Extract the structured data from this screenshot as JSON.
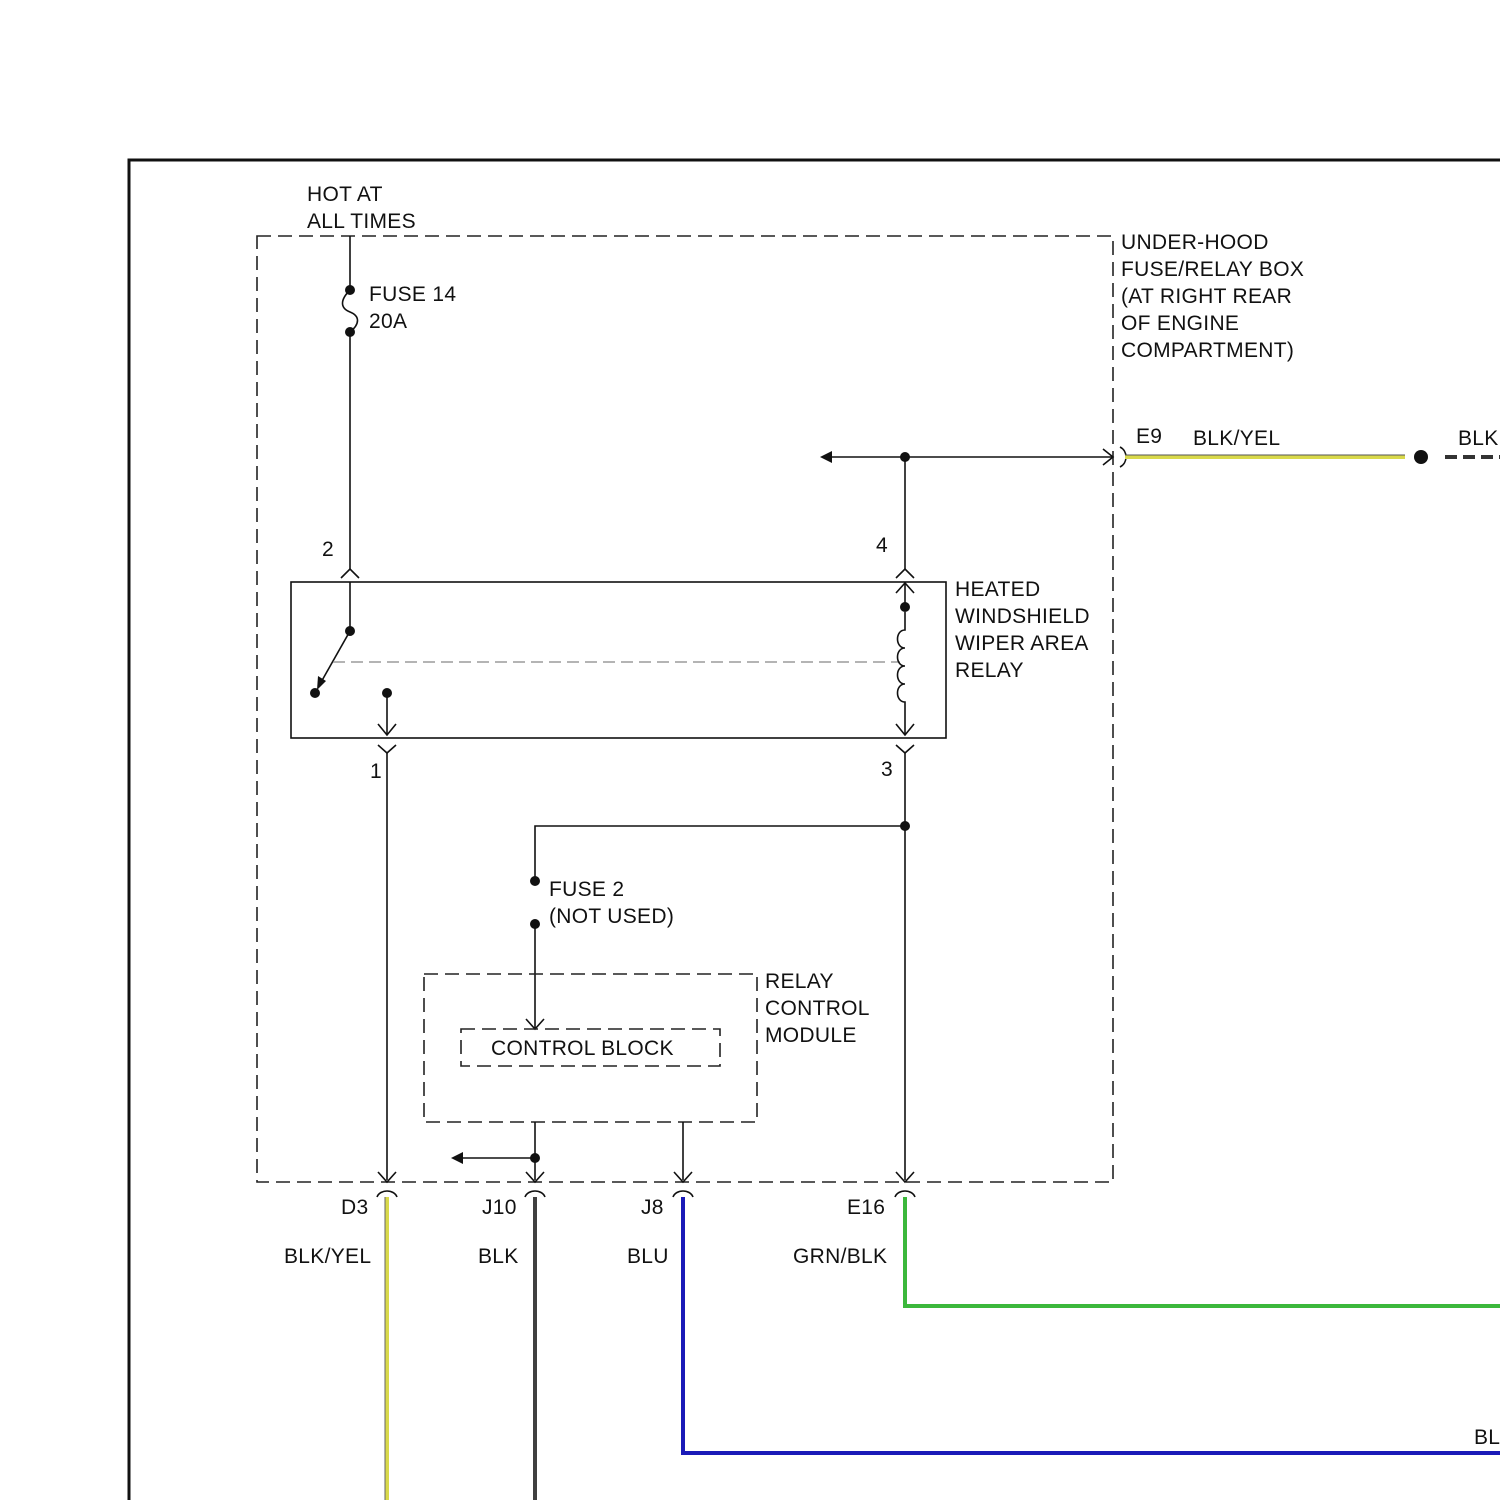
{
  "supply": {
    "line1": "HOT AT",
    "line2": "ALL TIMES"
  },
  "fuse14": {
    "name": "FUSE 14",
    "rating": "20A"
  },
  "fuse_box": {
    "lines": [
      "UNDER-HOOD",
      "FUSE/RELAY BOX",
      "(AT RIGHT REAR",
      "OF ENGINE",
      "COMPARTMENT)"
    ]
  },
  "relay": {
    "lines": [
      "HEATED",
      "WINDSHIELD",
      "WIPER AREA",
      "RELAY"
    ],
    "pins": {
      "p1": "1",
      "p2": "2",
      "p3": "3",
      "p4": "4"
    }
  },
  "fuse2": {
    "name": "FUSE 2",
    "note": "(NOT USED)"
  },
  "module": {
    "lines": [
      "RELAY",
      "CONTROL",
      "MODULE"
    ],
    "block_label": "CONTROL BLOCK"
  },
  "connectors": {
    "e9": {
      "id": "E9",
      "wire": "BLK/YEL",
      "wire_cont": "BLK"
    },
    "d3": {
      "id": "D3",
      "wire": "BLK/YEL"
    },
    "j10": {
      "id": "J10",
      "wire": "BLK"
    },
    "j8": {
      "id": "J8",
      "wire": "BLU",
      "wire_cont": "BL"
    },
    "e16": {
      "id": "E16",
      "wire": "GRN/BLK"
    }
  },
  "colors": {
    "blk_yel": "#d9d94a",
    "blk": "#404040",
    "blu": "#1a1ab8",
    "grn_blk": "#3cb83c"
  }
}
